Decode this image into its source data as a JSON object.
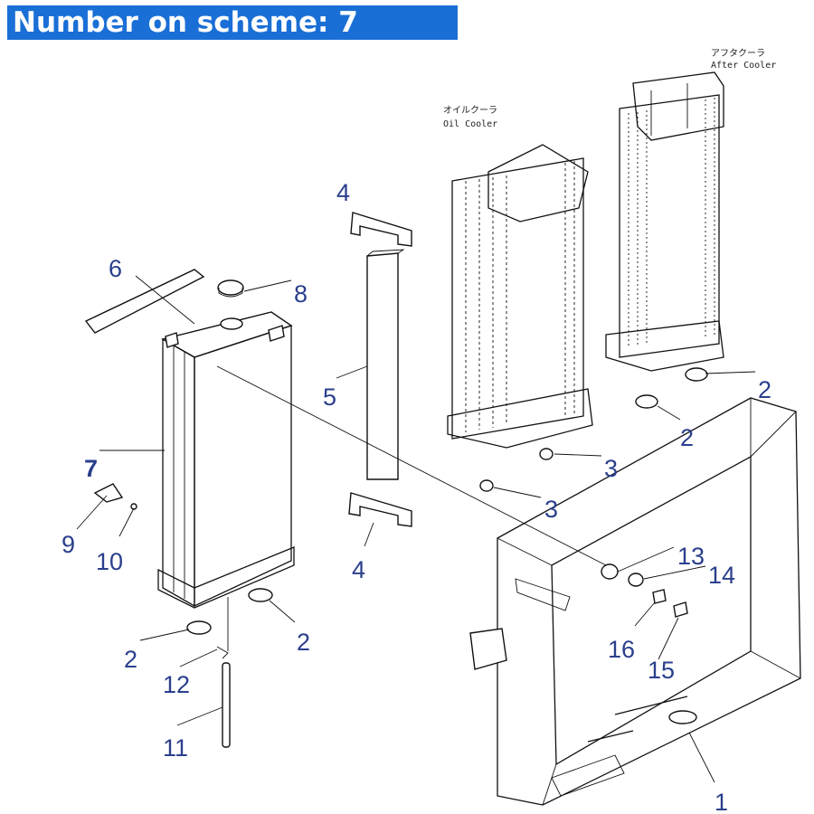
{
  "header": {
    "title": "Number on scheme: 7"
  },
  "icon": "radiator-exploded-diagram",
  "colors": {
    "header_bg": "#1a6fd6",
    "header_text": "#ffffff",
    "label_color": "#2a3f8c"
  },
  "callouts": [
    {
      "id": "c4a",
      "label": "4"
    },
    {
      "id": "c6",
      "label": "6"
    },
    {
      "id": "c8",
      "label": "8"
    },
    {
      "id": "c5",
      "label": "5"
    },
    {
      "id": "c7",
      "label": "7"
    },
    {
      "id": "c9",
      "label": "9"
    },
    {
      "id": "c10",
      "label": "10"
    },
    {
      "id": "c4b",
      "label": "4"
    },
    {
      "id": "c2a",
      "label": "2"
    },
    {
      "id": "c2b",
      "label": "2"
    },
    {
      "id": "c2c",
      "label": "2"
    },
    {
      "id": "c2d",
      "label": "2"
    },
    {
      "id": "c3a",
      "label": "3"
    },
    {
      "id": "c3b",
      "label": "3"
    },
    {
      "id": "c12",
      "label": "12"
    },
    {
      "id": "c11",
      "label": "11"
    },
    {
      "id": "c13",
      "label": "13"
    },
    {
      "id": "c14",
      "label": "14"
    },
    {
      "id": "c16",
      "label": "16"
    },
    {
      "id": "c15",
      "label": "15"
    },
    {
      "id": "c1",
      "label": "1"
    }
  ],
  "component_labels": {
    "oil_cooler_jp": "オイルクーラ",
    "oil_cooler_en": "Oil Cooler",
    "after_cooler_jp": "アフタクーラ",
    "after_cooler_en": "After Cooler"
  }
}
